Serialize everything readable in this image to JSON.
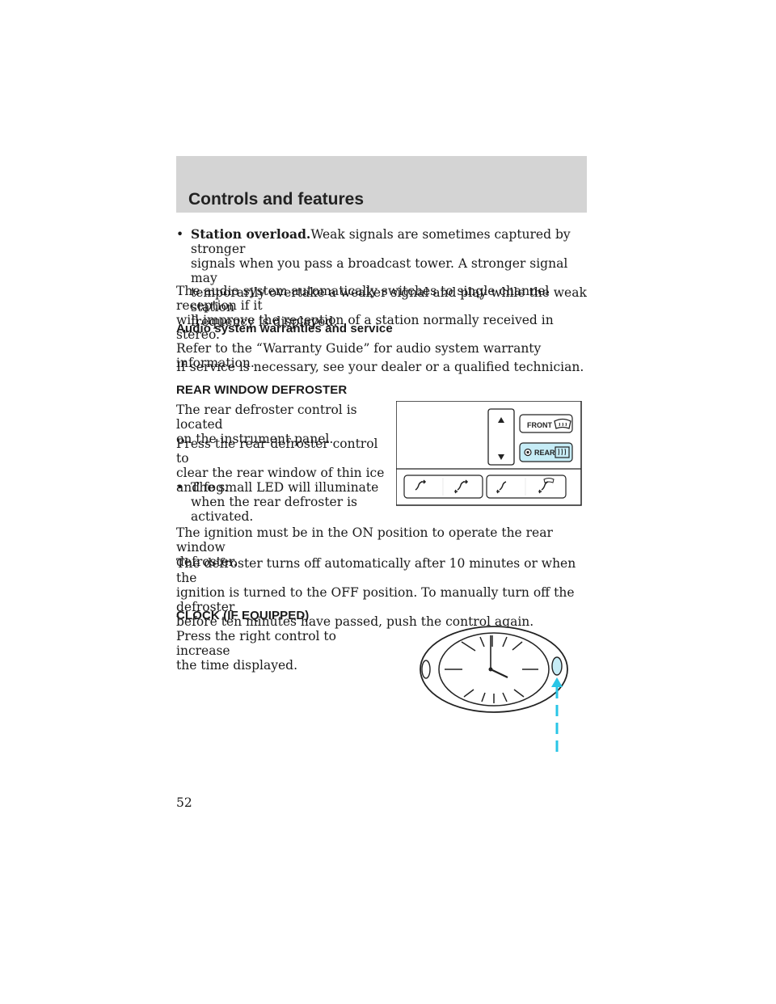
{
  "header": {
    "title": "Controls and features",
    "bar_color": "#d4d4d4"
  },
  "station_overload": {
    "bullet": "•",
    "lead": "Station overload.",
    "lines": [
      "Weak signals are sometimes captured by stronger",
      "signals when you pass a broadcast tower. A stronger signal may",
      "temporarily overtake a weaker signal and play while the weak station",
      "frequency is displayed."
    ]
  },
  "single_channel": {
    "lines": [
      "The audio system automatically switches to single channel reception if it",
      "will improve the reception of a station normally received in stereo."
    ]
  },
  "warranty": {
    "heading": "Audio system warranties and service",
    "line1": "Refer to the “Warranty Guide” for audio system warranty information.",
    "line2": "If service is necessary, see your dealer or a qualified technician."
  },
  "rear_defroster": {
    "heading": "REAR WINDOW DEFROSTER",
    "para1": [
      "The rear defroster control is located",
      "on the instrument panel."
    ],
    "para2": [
      "Press the rear defroster control to",
      "clear the rear window of thin ice",
      "and fog."
    ],
    "bullet": "•",
    "bullet_lines": [
      "The small LED will illuminate",
      "when the rear defroster is",
      "activated."
    ],
    "para3": [
      "The ignition must be in the ON position to operate the rear window",
      "defroster."
    ],
    "para4": [
      "The defroster turns off automatically after 10 minutes or when the",
      "ignition is turned to the OFF position. To manually turn off the defroster",
      "before ten minutes have passed, push the control again."
    ],
    "panel": {
      "front_label": "FRONT",
      "rear_label": "REAR",
      "highlight_color": "#c6ecf6",
      "icons": [
        "up-arrow-icon",
        "down-arrow-icon",
        "front-defrost-icon",
        "rear-defrost-icon",
        "panel-vent-icon",
        "floor-panel-vent-icon",
        "floor-vent-icon",
        "floor-defrost-vent-icon"
      ]
    }
  },
  "clock": {
    "heading": "CLOCK (IF EQUIPPED)",
    "lines": [
      "Press the right control to increase",
      "the time displayed."
    ],
    "pointer_color": "#29c5e6",
    "highlight_color": "#c6ecf6",
    "icons": [
      "clock-face-icon",
      "pointer-arrow-icon"
    ]
  },
  "page_number": "52"
}
